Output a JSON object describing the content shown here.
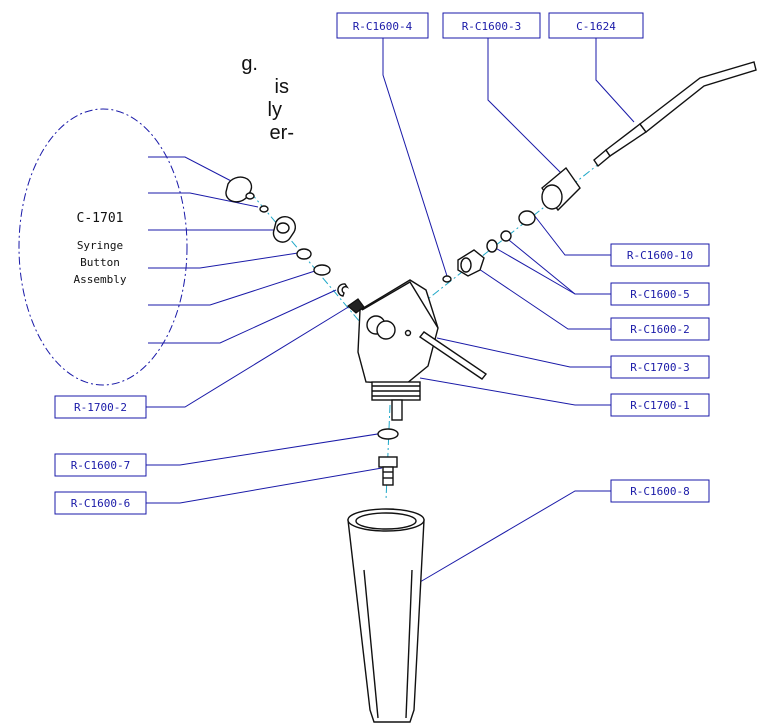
{
  "corner_text": [
    "g.",
    "is",
    "ly",
    "er-"
  ],
  "assembly": {
    "id": "C-1701",
    "name_lines": [
      "Syringe",
      "Button",
      "Assembly"
    ]
  },
  "callouts": {
    "top_1": "R-C1600-4",
    "top_2": "R-C1600-3",
    "top_3": "C-1624",
    "r_c1600_10": "R-C1600-10",
    "r_c1600_5": "R-C1600-5",
    "r_c1600_2": "R-C1600-2",
    "r_c1700_3": "R-C1700-3",
    "r_c1700_1": "R-C1700-1",
    "r_c1600_8": "R-C1600-8",
    "r_1700_2": "R-1700-2",
    "r_c1600_7": "R-C1600-7",
    "r_c1600_6": "R-C1600-6"
  }
}
